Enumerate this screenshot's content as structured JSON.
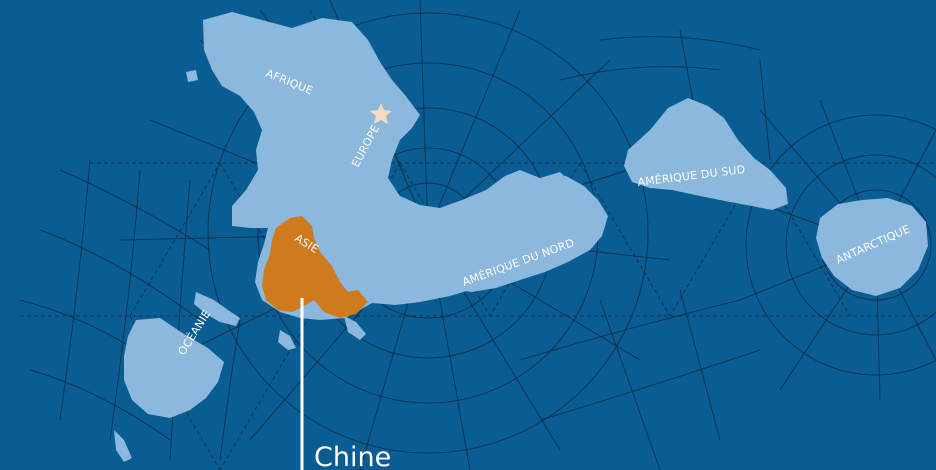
{
  "map": {
    "background_color": "#0a5d92",
    "land_color": "#8bb8dc",
    "highlight_color": "#d07a1e",
    "marker_color": "#f3dcc4",
    "graticule_color": "#0d2a45"
  },
  "labels": {
    "afrique": "AFRIQUE",
    "europe": "EUROPE",
    "asie": "ASIE",
    "oceanie": "OCÉANIE",
    "amerique_nord": "AMÉRIQUE DU NORD",
    "amerique_sud": "AMÉRIQUE DU SUD",
    "antarctique": "ANTARCTIQUE"
  },
  "highlight": {
    "region": "Chine",
    "marker": "star-marker"
  }
}
